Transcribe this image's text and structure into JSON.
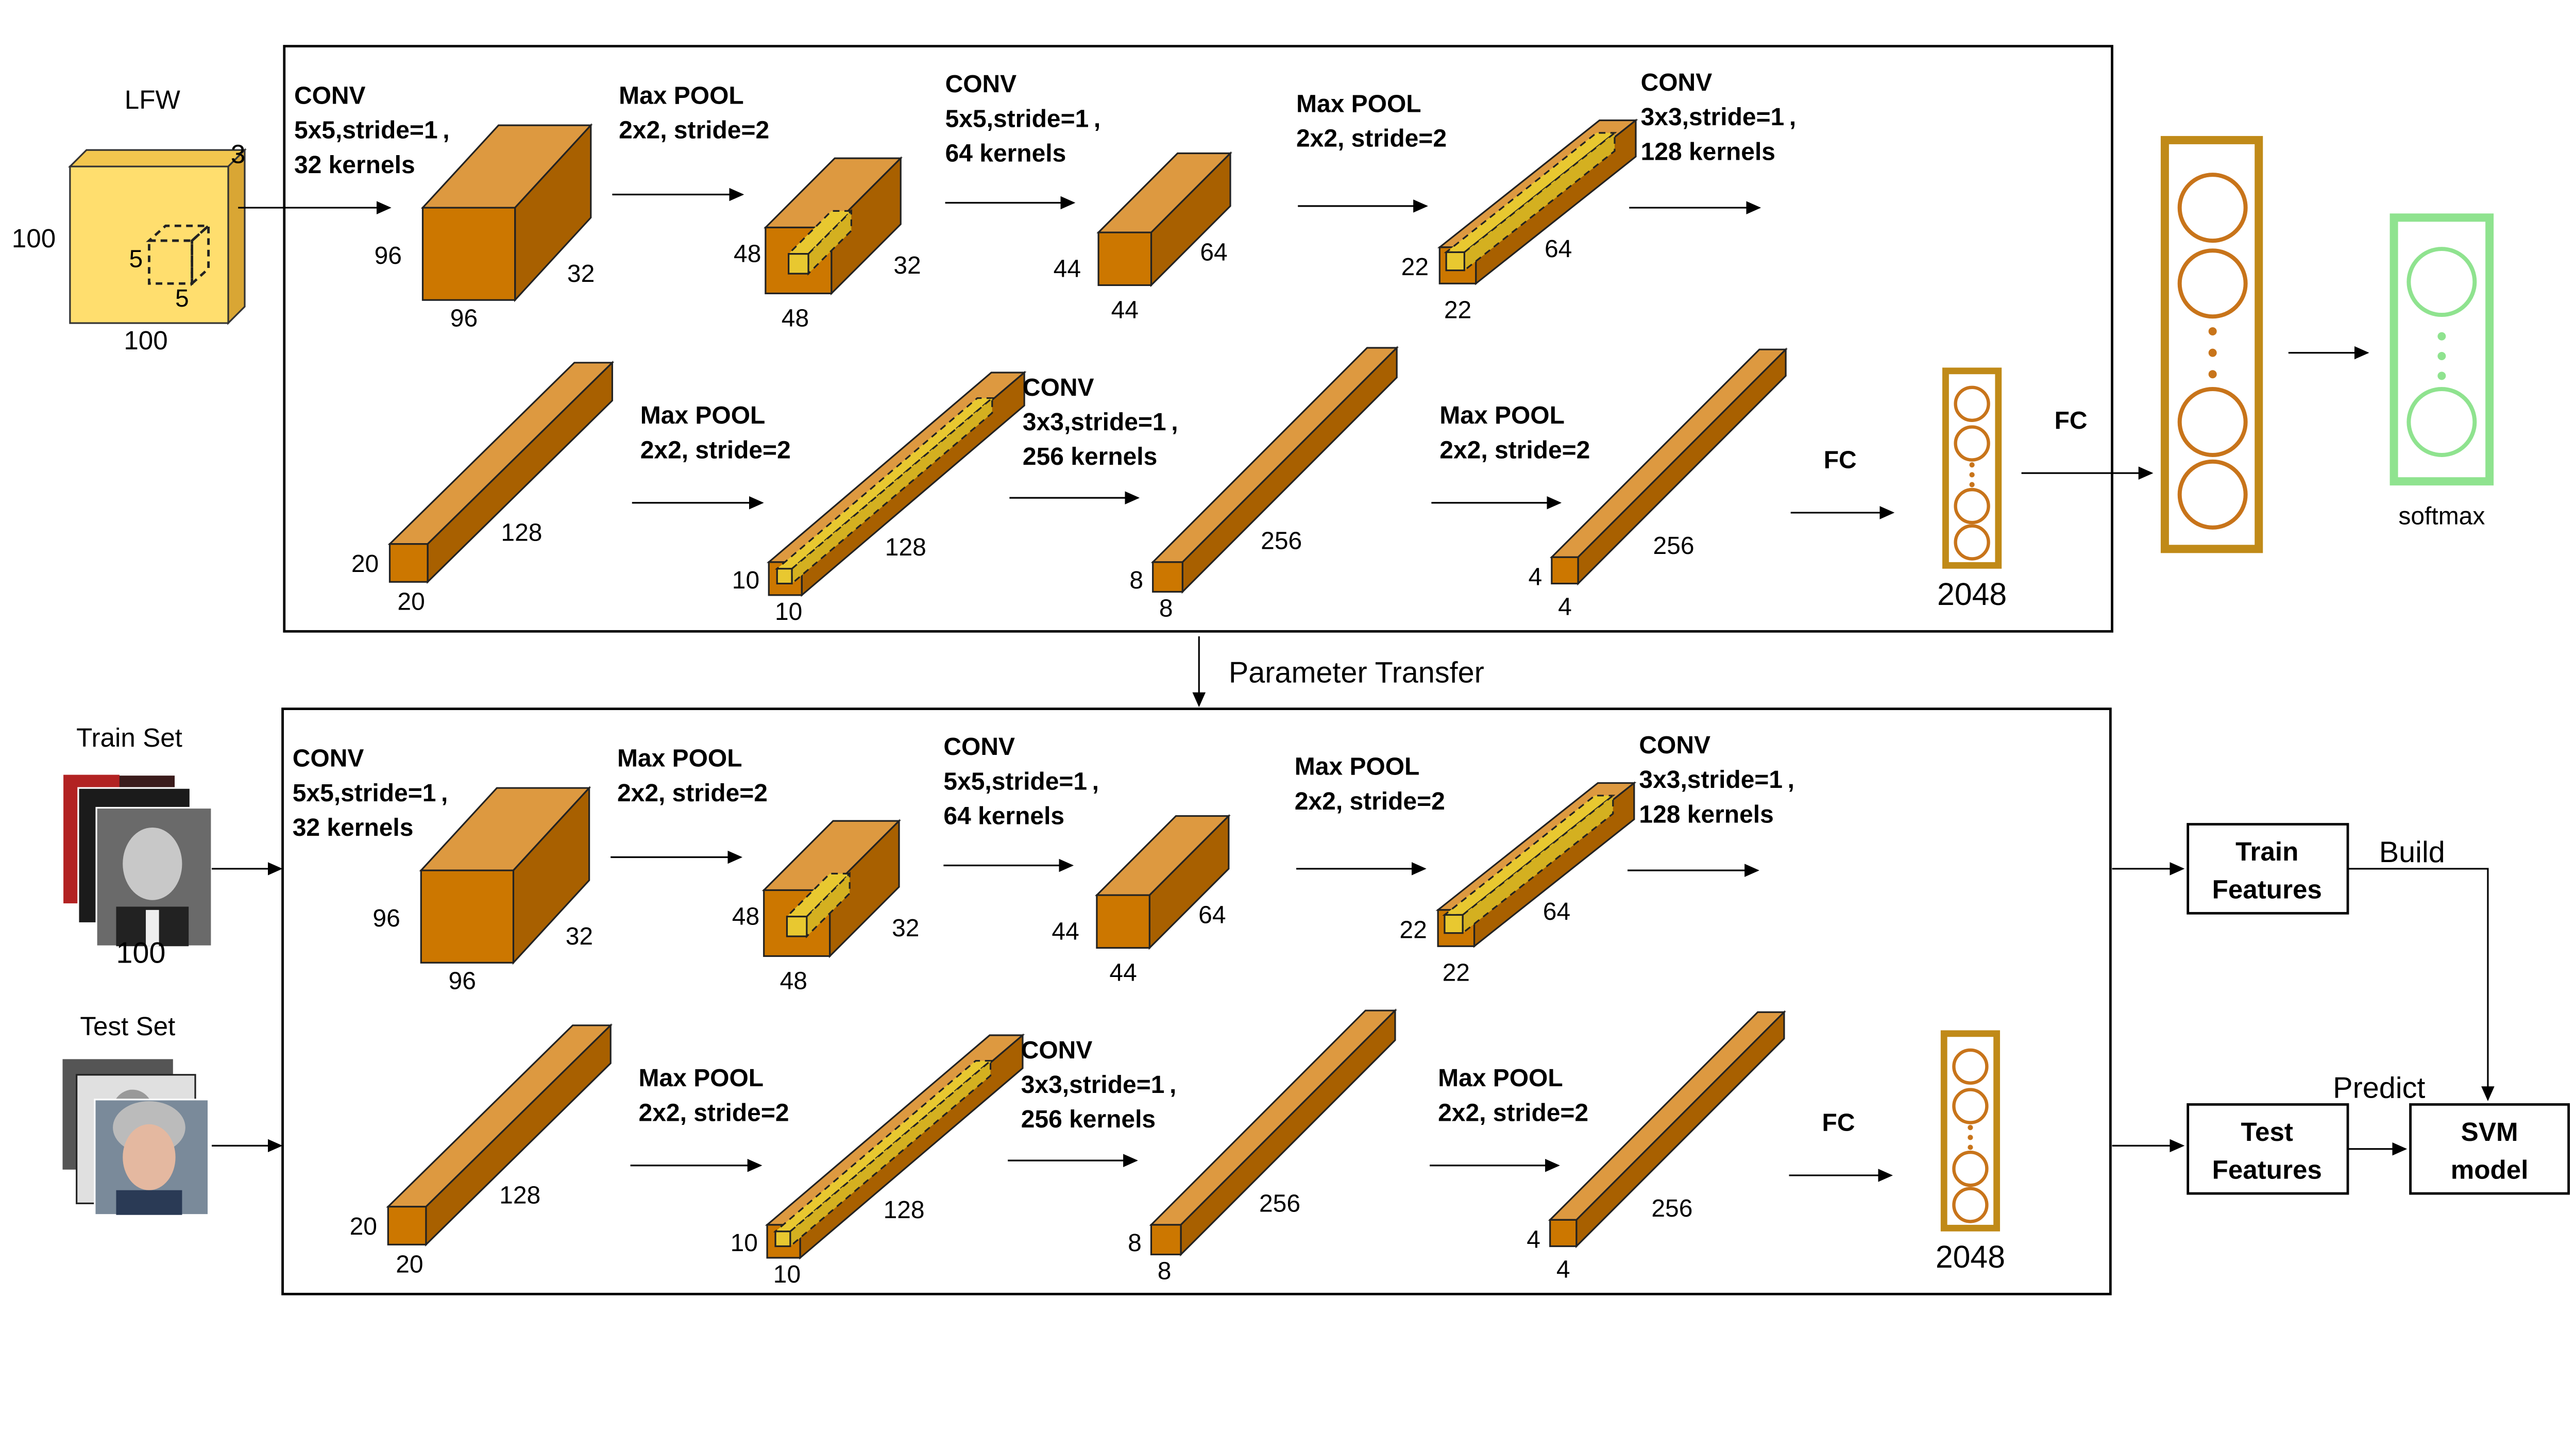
{
  "lfw": {
    "label": "LFW",
    "dim_height": "100",
    "dim_width": "100",
    "dim_depth": "3",
    "kernel_h": "5",
    "kernel_w": "5"
  },
  "pretrain_layers": [
    {
      "line1": "CONV",
      "line2": "5x5,stride=1 ,",
      "line3": "32 kernels"
    },
    {
      "line1": "Max POOL",
      "line2": "2x2, stride=2",
      "line3": ""
    },
    {
      "line1": "CONV",
      "line2": "5x5,stride=1 ,",
      "line3": "64 kernels"
    },
    {
      "line1": "Max POOL",
      "line2": "2x2, stride=2",
      "line3": ""
    },
    {
      "line1": "CONV",
      "line2": "3x3,stride=1 ,",
      "line3": "128 kernels"
    },
    {
      "line1": "Max POOL",
      "line2": "2x2, stride=2",
      "line3": ""
    },
    {
      "line1": "CONV",
      "line2": "3x3,stride=1 ,",
      "line3": "256 kernels"
    },
    {
      "line1": "Max POOL",
      "line2": "2x2, stride=2",
      "line3": ""
    }
  ],
  "volumes": [
    {
      "h": "96",
      "w": "96",
      "d": "32"
    },
    {
      "h": "48",
      "w": "48",
      "d": "32"
    },
    {
      "h": "44",
      "w": "44",
      "d": "64"
    },
    {
      "h": "22",
      "w": "22",
      "d": "64"
    },
    {
      "h": "20",
      "w": "20",
      "d": "128"
    },
    {
      "h": "10",
      "w": "10",
      "d": "128"
    },
    {
      "h": "8",
      "w": "8",
      "d": "256"
    },
    {
      "h": "4",
      "w": "4",
      "d": "256"
    }
  ],
  "fc_label": "FC",
  "fc_size": "2048",
  "softmax_label": "softmax",
  "transfer_label": "Parameter Transfer",
  "train_set_label": "Train Set",
  "test_set_label": "Test Set",
  "face_size": "100",
  "train_features": {
    "line1": "Train",
    "line2": "Features"
  },
  "test_features": {
    "line1": "Test",
    "line2": "Features"
  },
  "svm": {
    "line1": "SVM",
    "line2": "model"
  },
  "build_label": "Build",
  "predict_label": "Predict",
  "colors": {
    "cube_front": "#CC7700",
    "cube_top": "#DD9940",
    "cube_side": "#A86000",
    "kernel": "#E8C830",
    "lfw_face": "#FFDE6E",
    "fc_gold": "#C08A18",
    "fc_circle": "#C8741A",
    "softmax_green": "#8FE38F"
  }
}
